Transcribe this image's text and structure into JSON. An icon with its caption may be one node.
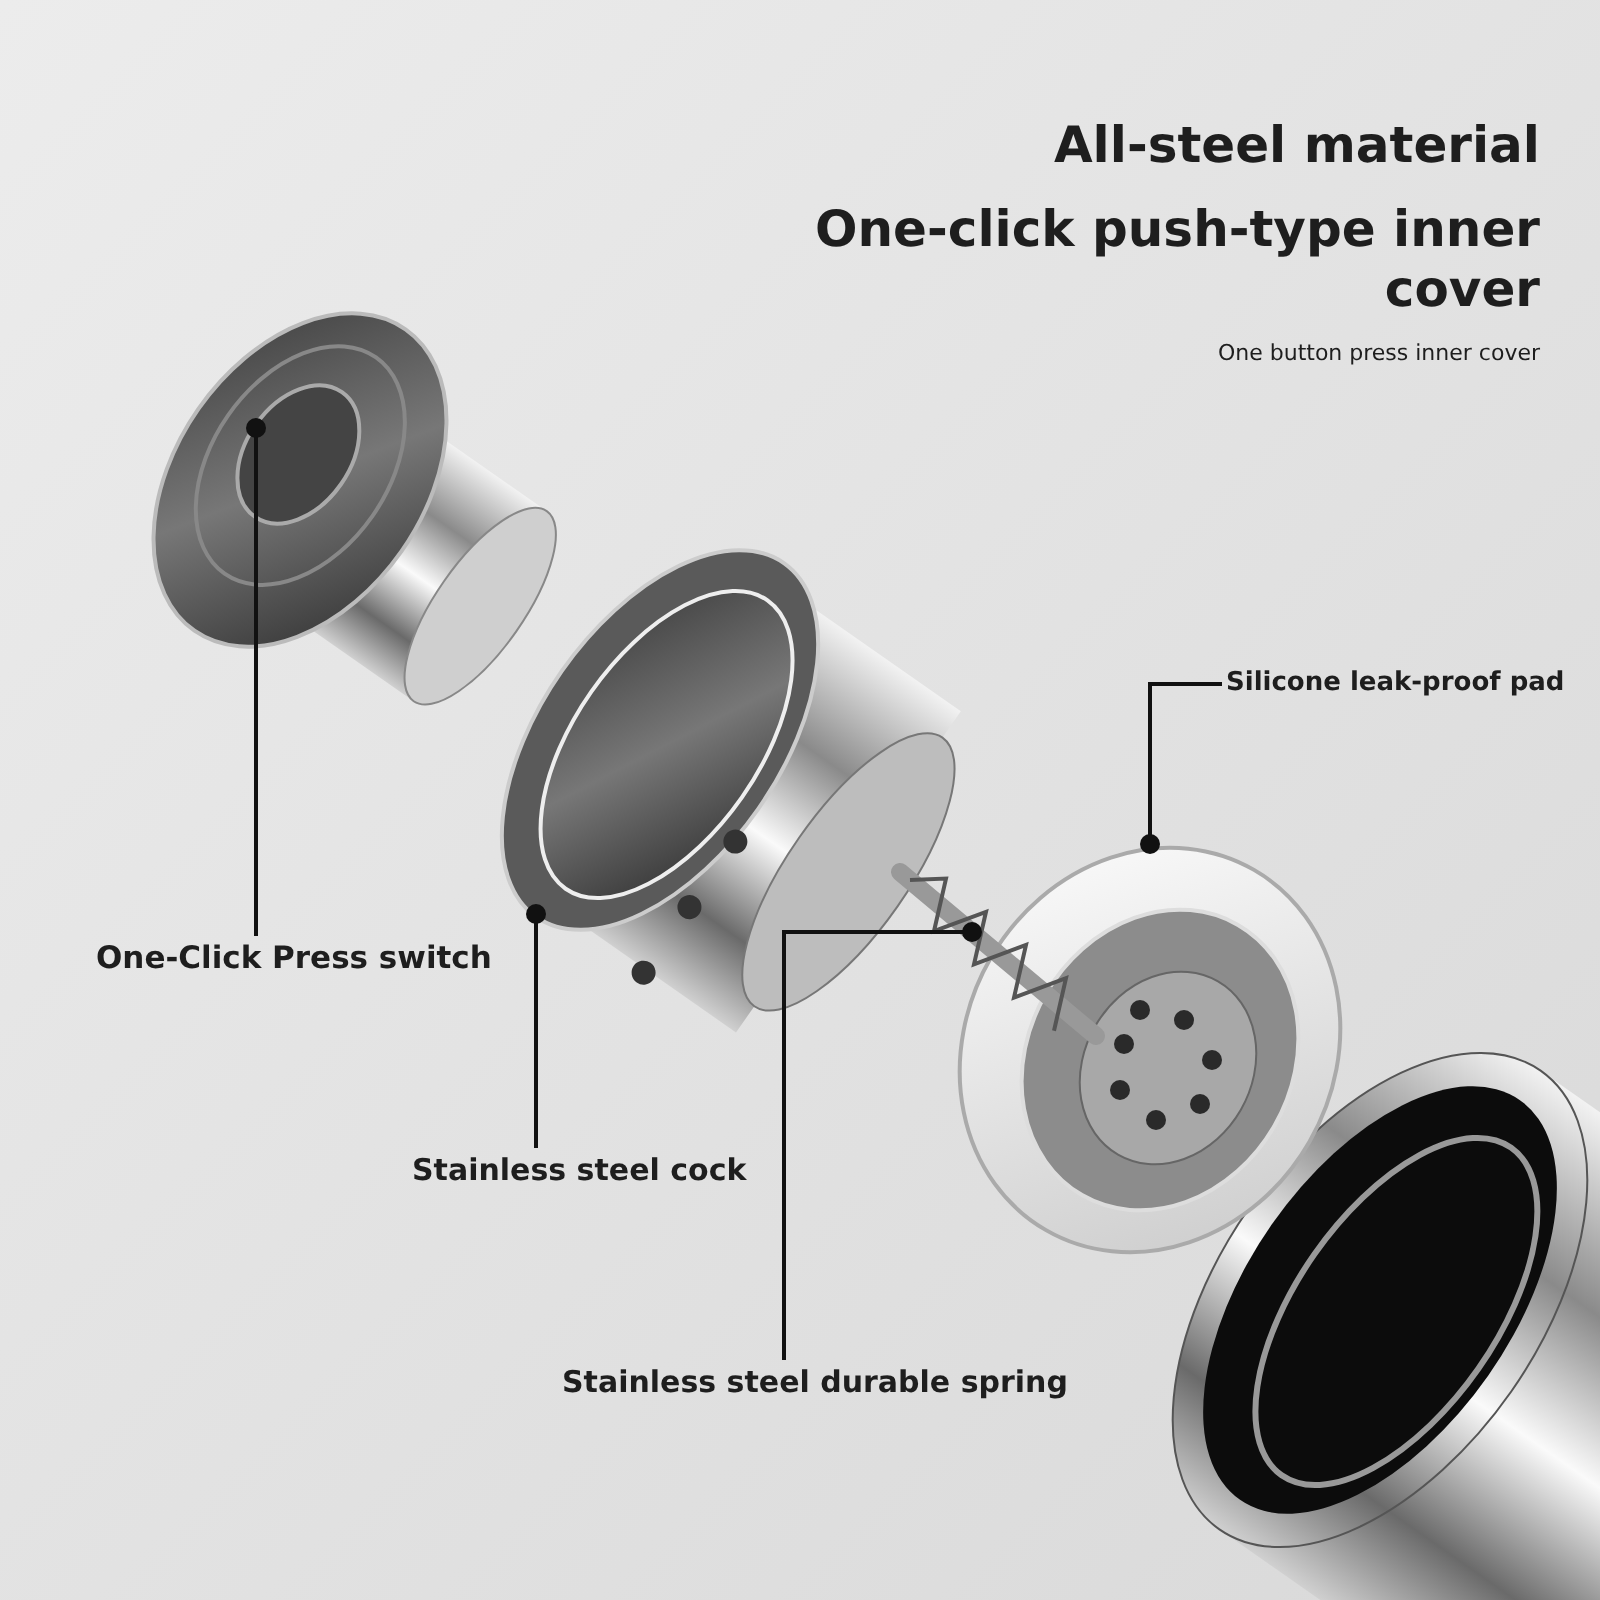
{
  "diagram": {
    "title": "All-steel material",
    "nodes": [
      {
        "text": [
          "One-Click Press switch"
        ]
      },
      {
        "text": [],
        "shape": "picture"
      },
      {
        "text": [
          "Silicone leak-proof pad"
        ]
      },
      {
        "text": [],
        "shape": "picture"
      },
      {
        "text": [
          "Stainless steel cock"
        ]
      },
      {
        "text": [],
        "shape": "picture"
      },
      {
        "text": [
          "Stainless steel durable spring"
        ]
      },
      {
        "text": [],
        "shape": "picture"
      }
    ],
    "edges": [
      {
        "from": 0,
        "to": 1,
        "arrow": "other"
      },
      {
        "from": 2,
        "to": 3,
        "arrow": "other"
      },
      {
        "from": 4,
        "to": 5,
        "arrow": "other"
      },
      {
        "from": 6,
        "to": 7,
        "arrow": "other"
      }
    ],
    "labels": [
      "One-click push-type inner cover",
      "One button press inner cover"
    ]
  }
}
